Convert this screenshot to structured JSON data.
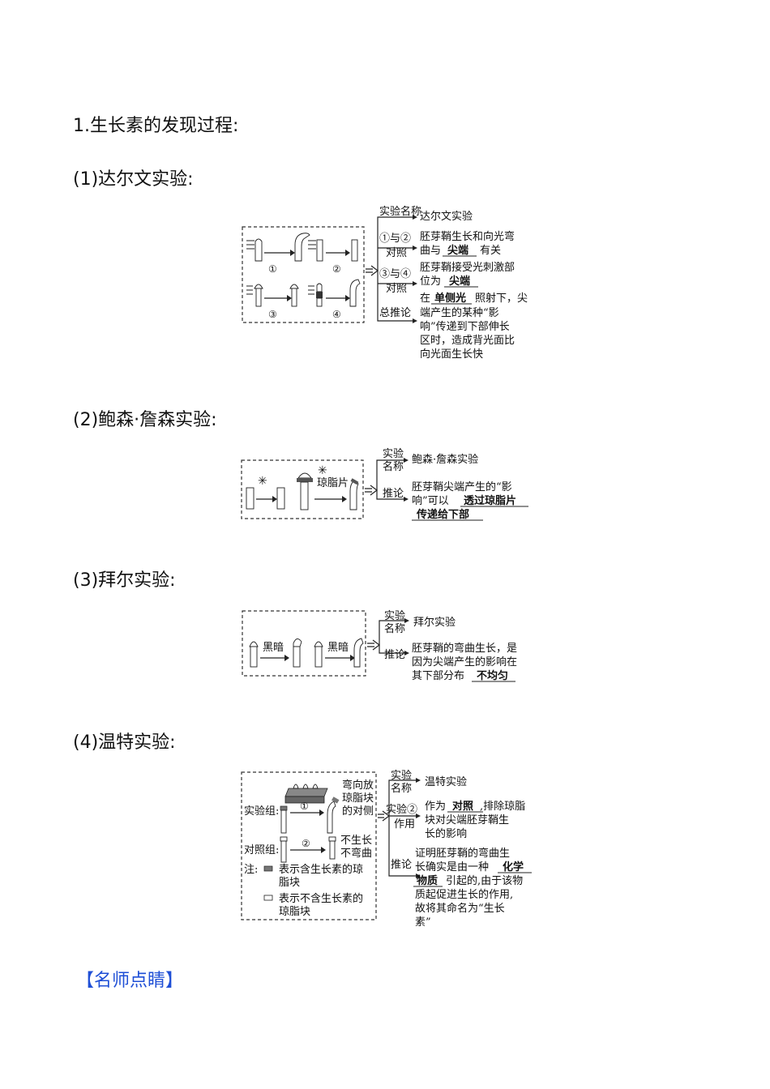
{
  "headings": {
    "main": "1.生长素的发现过程:",
    "darwin": "(1)达尔文实验:",
    "boysen": "(2)鲍森·詹森实验:",
    "paal": "(3)拜尔实验:",
    "went": "(4)温特实验:"
  },
  "tip": "【名师点睛】",
  "darwin": {
    "labels": [
      "①",
      "②",
      "③",
      "④"
    ],
    "name_label": "实验名称",
    "name_value": "达尔文实验",
    "cmp1_label_a": "①与②",
    "cmp1_label_b": "对照",
    "cmp1_line1": "胚芽鞘生长和向光弯",
    "cmp1_line2a": "曲与",
    "cmp1_answer": "尖端",
    "cmp1_line2b": "有关",
    "cmp2_label_a": "③与④",
    "cmp2_label_b": "对照",
    "cmp2_line1": "胚芽鞘接受光刺激部",
    "cmp2_line2a": "位为",
    "cmp2_answer": "尖端",
    "conc_label": "总推论",
    "conc_line1a": "在",
    "conc_answer": "单侧光",
    "conc_line1b": "照射下，尖",
    "conc_line2": "端产生的某种“影",
    "conc_line3": "响”传递到下部伸长",
    "conc_line4": "区时，造成背光面比",
    "conc_line5": "向光面生长快"
  },
  "boysen": {
    "agar_label": "琼脂片",
    "name_label_a": "实验",
    "name_label_b": "名称",
    "name_value": "鲍森·詹森实验",
    "conc_label": "推论",
    "conc_line1": "胚芽鞘尖端产生的“影",
    "conc_line2a": "响”可以",
    "conc_answer1": "透过琼脂片",
    "conc_answer2": "传递给下部"
  },
  "paal": {
    "dark1": "黑暗",
    "dark2": "黑暗",
    "name_label_a": "实验",
    "name_label_b": "名称",
    "name_value": "拜尔实验",
    "conc_label": "推论",
    "conc_line1": "胚芽鞘的弯曲生长，是",
    "conc_line2": "因为尖端产生的影响在",
    "conc_line3a": "其下部分布",
    "conc_answer": "不均匀"
  },
  "went": {
    "exp_group": "实验组:",
    "ctrl_group": "对照组:",
    "note": "注:",
    "num1": "①",
    "num2": "②",
    "bend_1": "弯向放",
    "bend_2": "琼脂块",
    "bend_3": "的对侧",
    "nogrow_1": "不生长",
    "nogrow_2": "不弯曲",
    "legend1_a": "表示含生长素的琼",
    "legend1_b": "脂块",
    "legend2_a": "表示不含生长素的",
    "legend2_b": "琼脂块",
    "name_label_a": "实验",
    "name_label_b": "名称",
    "name_value": "温特实验",
    "role_label_a": "实验②",
    "role_label_b": "作用",
    "role_line1a": "作为",
    "role_answer": "对照",
    "role_line1b": ",排除琼脂",
    "role_line2": "块对尖端胚芽鞘生",
    "role_line3": "长的影响",
    "conc_label": "推论",
    "conc_line1": "证明胚芽鞘的弯曲生",
    "conc_line2a": "长确实是由一种",
    "conc_answer1": "化学",
    "conc_answer2": "物质",
    "conc_line3b": "引起的,由于该物",
    "conc_line4": "质起促进生长的作用,",
    "conc_line5": "故将其命名为“生长",
    "conc_line6": "素”"
  }
}
